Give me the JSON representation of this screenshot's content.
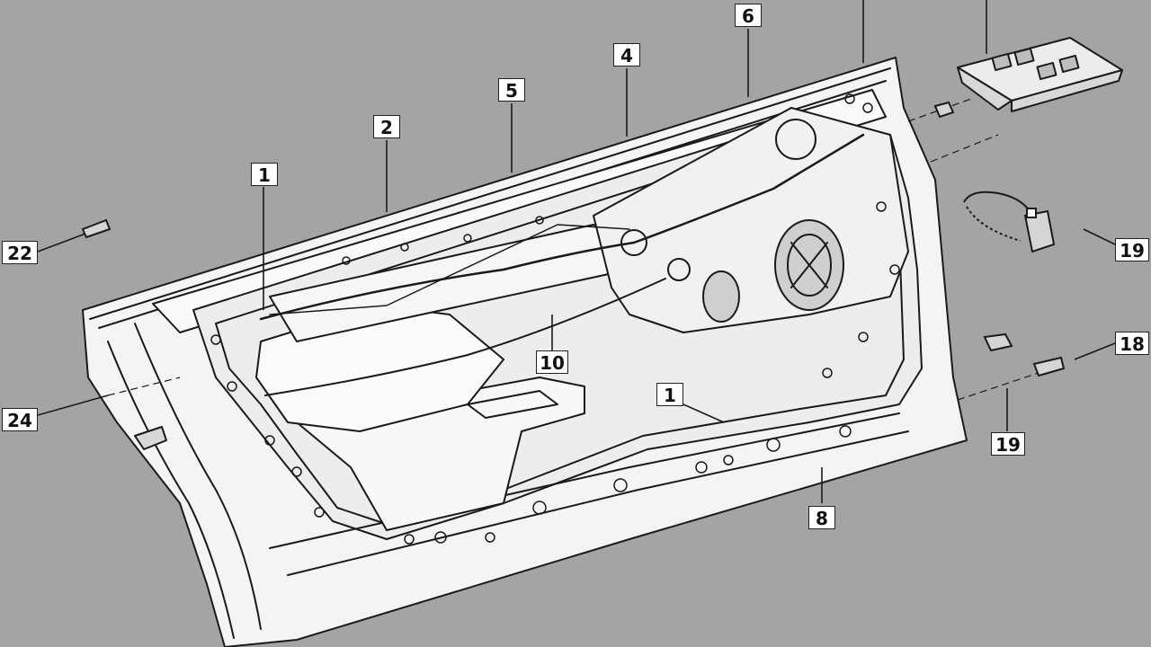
{
  "colors": {
    "background": "#a3a4a6",
    "line": "#1a1a1a",
    "panel_fill": "#f4f4f2",
    "label_fill": "#ffffff"
  },
  "callouts": {
    "c1_left": "1",
    "c2": "2",
    "c5": "5",
    "c4": "4",
    "c6": "6",
    "c22": "22",
    "c24": "24",
    "c10": "10",
    "c1_bottom": "1",
    "c8": "8",
    "c19_right": "19",
    "c18": "18",
    "c19_bottom": "19"
  },
  "parts": {
    "door_panel": "door-inner-panel",
    "switch_module": "window-switch-module",
    "cable_assembly": "cable-assembly",
    "clip_left": "retainer-clip",
    "clip_right": "clip",
    "speaker": "speaker"
  }
}
